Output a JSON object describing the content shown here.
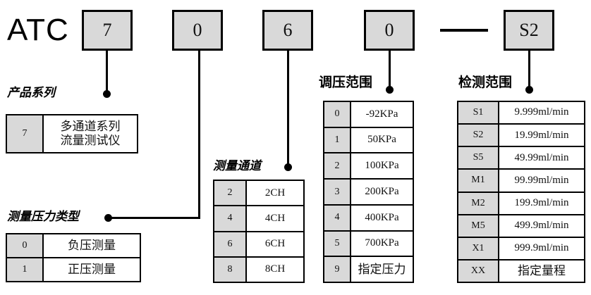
{
  "diagram": {
    "brand": "ATC",
    "separator": "—",
    "code_boxes": [
      {
        "name": "series",
        "value": "7"
      },
      {
        "name": "pressure-type",
        "value": "0"
      },
      {
        "name": "channels",
        "value": "6"
      },
      {
        "name": "pressure-range",
        "value": "0"
      },
      {
        "name": "detection-range",
        "value": "S2"
      }
    ]
  },
  "sections": {
    "product_series": {
      "caption": "产品系列",
      "rows": [
        {
          "key": "7",
          "value": "多通道系列\n流量测试仪"
        }
      ]
    },
    "pressure_type": {
      "caption": "测量压力类型",
      "rows": [
        {
          "key": "0",
          "value": "负压测量"
        },
        {
          "key": "1",
          "value": "正压测量"
        }
      ]
    },
    "measure_channel": {
      "caption": "测量通道",
      "rows": [
        {
          "key": "2",
          "value": "2CH"
        },
        {
          "key": "4",
          "value": "4CH"
        },
        {
          "key": "6",
          "value": "6CH"
        },
        {
          "key": "8",
          "value": "8CH"
        }
      ]
    },
    "pressure_range": {
      "caption": "调压范围",
      "rows": [
        {
          "key": "0",
          "value": "-92KPa"
        },
        {
          "key": "1",
          "value": "50KPa"
        },
        {
          "key": "2",
          "value": "100KPa"
        },
        {
          "key": "3",
          "value": "200KPa"
        },
        {
          "key": "4",
          "value": "400KPa"
        },
        {
          "key": "5",
          "value": "700KPa"
        },
        {
          "key": "9",
          "value": "指定压力"
        }
      ]
    },
    "detection_range": {
      "caption": "检测范围",
      "rows": [
        {
          "key": "S1",
          "value": "9.999ml/min"
        },
        {
          "key": "S2",
          "value": "19.99ml/min"
        },
        {
          "key": "S5",
          "value": "49.99ml/min"
        },
        {
          "key": "M1",
          "value": "99.99ml/min"
        },
        {
          "key": "M2",
          "value": "199.9ml/min"
        },
        {
          "key": "M5",
          "value": "499.9ml/min"
        },
        {
          "key": "X1",
          "value": "999.9ml/min"
        },
        {
          "key": "XX",
          "value": "指定量程"
        }
      ]
    }
  },
  "colors": {
    "key_cell_fill": "#d9d9d9",
    "box_fill": "#d9d9d9",
    "line": "#000000",
    "background": "#ffffff"
  }
}
